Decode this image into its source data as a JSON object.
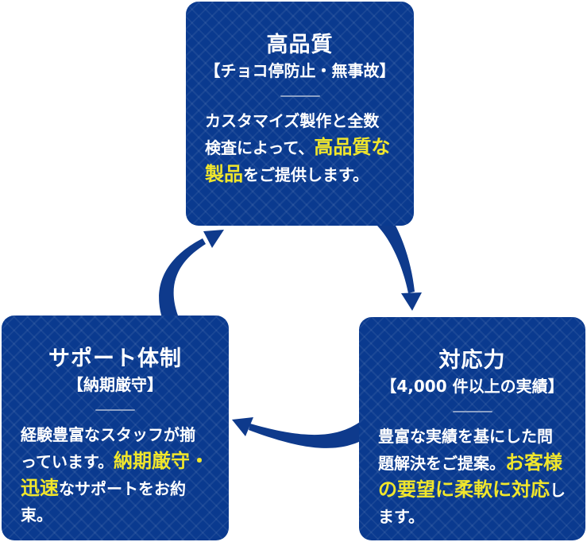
{
  "diagram": {
    "type": "cycle",
    "boxes": [
      {
        "id": "quality",
        "title": "高品質",
        "subtitle": "【チョコ停防止・無事故】",
        "body": {
          "pre": "カスタマイズ製作と全数検査によって、",
          "highlight": "高品質な製品",
          "post": "をご提供します。"
        }
      },
      {
        "id": "response",
        "title": "対応力",
        "subtitle": "【4,000 件以上の実績】",
        "body": {
          "pre": "豊富な実績を基にした問題解決をご提案。",
          "highlight": "お客様の要望に柔軟に対応",
          "post": "します。"
        }
      },
      {
        "id": "support",
        "title": "サポート体制",
        "subtitle": "【納期厳守】",
        "body": {
          "pre": "経験豊富なスタッフが揃っています。",
          "highlight": "納期厳守・迅速",
          "post": "なサポートをお約束。"
        }
      }
    ],
    "arrows": [
      {
        "id": "quality-to-response",
        "from": "quality",
        "to": "response"
      },
      {
        "id": "response-to-support",
        "from": "response",
        "to": "support"
      },
      {
        "id": "support-to-quality",
        "from": "support",
        "to": "quality"
      }
    ],
    "colors": {
      "card_bg": "#0a3a8f",
      "arrow": "#0e3a8c",
      "text": "#ffffff",
      "highlight": "#f0e62c",
      "divider": "#8ba0c6",
      "page_bg": "#ffffff"
    }
  }
}
